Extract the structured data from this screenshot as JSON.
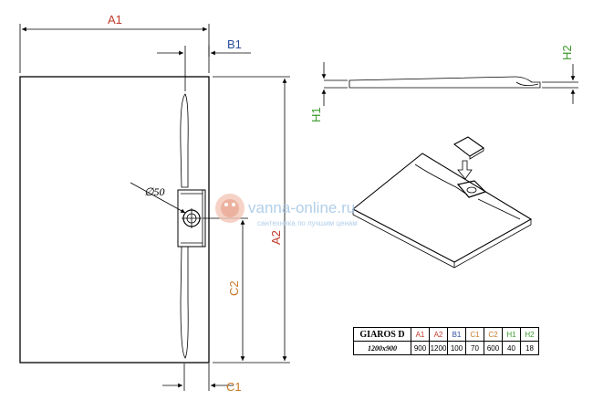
{
  "labels": {
    "a1": "A1",
    "a2": "A2",
    "b1": "B1",
    "c1": "C1",
    "c2": "C2",
    "h1": "H1",
    "h2": "H2",
    "diameter": "∅50"
  },
  "watermark": {
    "title": "vanna-online.ru",
    "subtitle": "сантехника по лучшим ценам"
  },
  "table": {
    "model": "GIAROS D",
    "size": "1200x900",
    "headers": [
      "A1",
      "A2",
      "B1",
      "C1",
      "C2",
      "H1",
      "H2"
    ],
    "values": [
      "900",
      "1200",
      "100",
      "70",
      "600",
      "40",
      "18"
    ]
  },
  "colors": {
    "a": "#c0392b",
    "b": "#2a4f9c",
    "c": "#c8782a",
    "h": "#3a9a2a"
  }
}
